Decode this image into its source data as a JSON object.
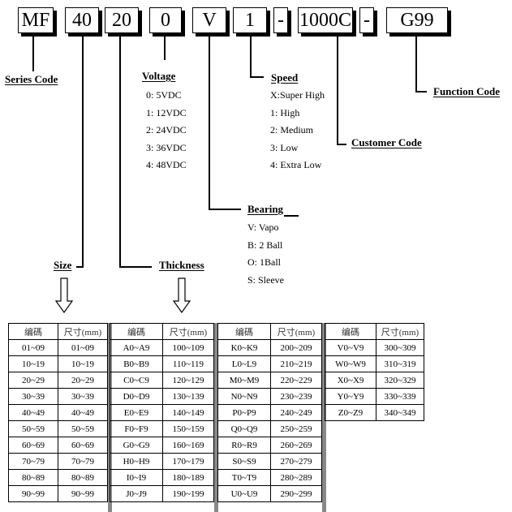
{
  "part_number": {
    "segments": [
      "MF",
      "40",
      "20",
      "0",
      "V",
      "1",
      "-",
      "1000C",
      "-",
      "G99"
    ]
  },
  "labels": {
    "series_code": "Series Code",
    "voltage": "Voltage",
    "speed": "Speed",
    "function_code": "Function Code",
    "customer_code": "Customer Code",
    "bearing": "Bearing",
    "size": "Size",
    "thickness": "Thickness"
  },
  "voltage_options": [
    "0: 5VDC",
    "1: 12VDC",
    "2: 24VDC",
    "3: 36VDC",
    "4: 48VDC"
  ],
  "speed_options": [
    "X:Super High",
    "1: High",
    "2: Medium",
    "3: Low",
    "4: Extra Low"
  ],
  "bearing_options": [
    "V: Vapo",
    "B: 2 Ball",
    "O: 1Ball",
    "S: Sleeve"
  ],
  "table": {
    "headers": [
      "编碼",
      "尺寸(mm)"
    ],
    "groups": [
      {
        "rows": [
          [
            "01~09",
            "01~09"
          ],
          [
            "10~19",
            "10~19"
          ],
          [
            "20~29",
            "20~29"
          ],
          [
            "30~39",
            "30~39"
          ],
          [
            "40~49",
            "40~49"
          ],
          [
            "50~59",
            "50~59"
          ],
          [
            "60~69",
            "60~69"
          ],
          [
            "70~79",
            "70~79"
          ],
          [
            "80~89",
            "80~89"
          ],
          [
            "90~99",
            "90~99"
          ]
        ]
      },
      {
        "rows": [
          [
            "A0~A9",
            "100~109"
          ],
          [
            "B0~B9",
            "110~119"
          ],
          [
            "C0~C9",
            "120~129"
          ],
          [
            "D0~D9",
            "130~139"
          ],
          [
            "E0~E9",
            "140~149"
          ],
          [
            "F0~F9",
            "150~159"
          ],
          [
            "G0~G9",
            "160~169"
          ],
          [
            "H0~H9",
            "170~179"
          ],
          [
            "I0~I9",
            "180~189"
          ],
          [
            "J0~J9",
            "190~199"
          ]
        ]
      },
      {
        "rows": [
          [
            "K0~K9",
            "200~209"
          ],
          [
            "L0~L9",
            "210~219"
          ],
          [
            "M0~M9",
            "220~229"
          ],
          [
            "N0~N9",
            "230~239"
          ],
          [
            "P0~P9",
            "240~249"
          ],
          [
            "Q0~Q9",
            "250~259"
          ],
          [
            "R0~R9",
            "260~269"
          ],
          [
            "S0~S9",
            "270~279"
          ],
          [
            "T0~T9",
            "280~289"
          ],
          [
            "U0~U9",
            "290~299"
          ]
        ]
      },
      {
        "rows": [
          [
            "V0~V9",
            "300~309"
          ],
          [
            "W0~W9",
            "310~319"
          ],
          [
            "X0~X9",
            "320~329"
          ],
          [
            "Y0~Y9",
            "330~339"
          ],
          [
            "Z0~Z9",
            "340~349"
          ]
        ]
      }
    ]
  }
}
